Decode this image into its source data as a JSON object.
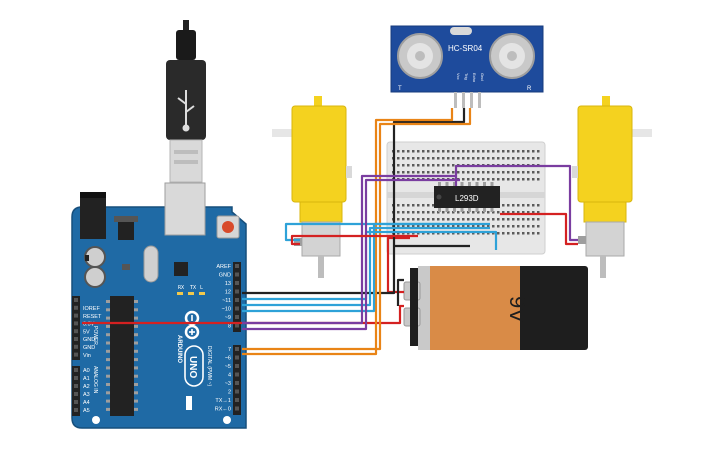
{
  "sensor": {
    "name": "HC-SR04",
    "pins": [
      "Vcc",
      "Trig",
      "Echo",
      "Gnd"
    ],
    "left_mark": "T",
    "right_mark": "R"
  },
  "driver_ic": {
    "name": "L293D"
  },
  "battery": {
    "label": "9V"
  },
  "arduino": {
    "brand": "ARDUINO",
    "model": "UNO",
    "header_top_labels": [
      "AREF",
      "GND",
      "13",
      "12",
      "~11",
      "~10",
      "~9",
      "8"
    ],
    "header_bottom_labels": [
      "7",
      "~6",
      "~5",
      "4",
      "~3",
      "2",
      "TX→1",
      "RX←0"
    ],
    "digital_caption": "DIGITAL (PWM ~)",
    "power_labels": [
      "IOREF",
      "RESET",
      "3.3V",
      "5V",
      "GND",
      "GND",
      "Vin"
    ],
    "power_caption": "POWER",
    "analog_labels": [
      "A0",
      "A1",
      "A2",
      "A3",
      "A4",
      "A5"
    ],
    "analog_caption": "ANALOG IN",
    "led_labels": [
      "RX",
      "TX",
      "L"
    ]
  },
  "colors": {
    "board": "#1f6aa5",
    "board_dark": "#174f7c",
    "breadboard": "#e7e7e7",
    "motor_yellow": "#f4d21f",
    "battery_orange": "#d98b47",
    "battery_black": "#1e1e1e",
    "wire_red": "#d42121",
    "wire_black": "#222222",
    "wire_blue": "#2ea2d8",
    "wire_purple": "#7a3da0",
    "wire_orange": "#e98416"
  }
}
